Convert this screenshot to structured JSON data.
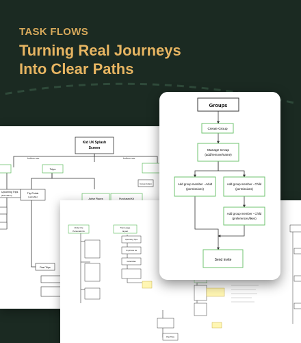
{
  "header": {
    "eyebrow": "TASK FLOWS",
    "title_line1": "Turning Real Journeys",
    "title_line2": "Into Clear Paths"
  },
  "colors": {
    "background": "#1b2a22",
    "accent": "#e7b562",
    "node_green": "#6fc36f",
    "note_yellow": "#fff6b3"
  },
  "back_flow": {
    "root": "Kid UX Splash",
    "root_line2": "Screen",
    "edge_left": "bottom nav",
    "edge_right": "bottom nav",
    "trips": "Trips",
    "upcoming": "Upcoming Trips",
    "upcoming_sub": "(kid edition)",
    "trip_points": "Trip Points",
    "trip_points_sub": "(earnable)",
    "active_places": "Active Places",
    "purchased": "Purchased Kit",
    "past_trips": "Past Trips",
    "groupbutton": "Group button"
  },
  "front_flow": {
    "groups": "Groups",
    "create_group": "Create Group",
    "manage_group": "Manage Group",
    "manage_group_sub": "(add/remove/name)",
    "adult": "Add group member - Adult",
    "adult_sub": "(permissions)",
    "child": "Add group member - Child",
    "child_sub": "(permissions)",
    "child2": "Add group member - Child",
    "child2_sub": "(preferences/likes)",
    "send_invite": "Send invite"
  },
  "mid_flow": {
    "a": "Under the",
    "a2": "Personal info",
    "b": "Trip's page",
    "b2": "layout",
    "c": "Upcoming Trips",
    "d": "Trip Points list",
    "e": "Collectibles",
    "f": "Past Trips"
  }
}
